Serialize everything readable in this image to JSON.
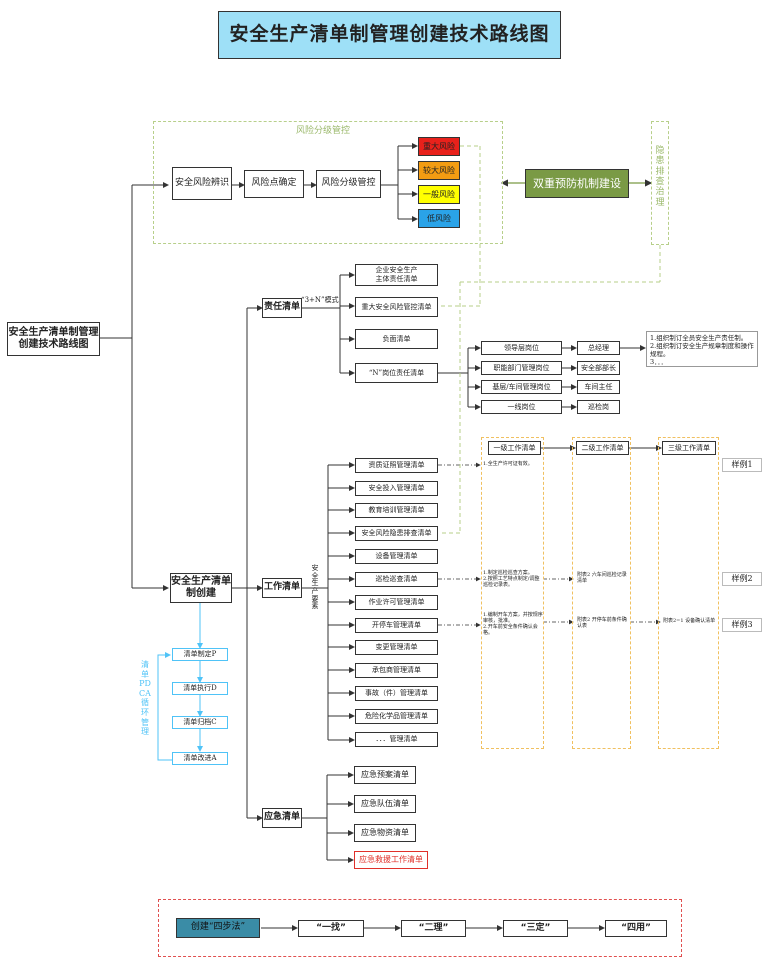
{
  "title": "安全生产清单制管理创建技术路线图",
  "root": "安全生产清单制管理创建技术路线图",
  "risk": {
    "group_label": "风险分级管控",
    "steps": [
      "安全风险辨识",
      "风险点确定",
      "风险分级管控"
    ],
    "levels": [
      {
        "label": "重大风险",
        "color": "#e8211b"
      },
      {
        "label": "较大风险",
        "color": "#f39c12"
      },
      {
        "label": "一般风险",
        "color": "#ffff00"
      },
      {
        "label": "低风险",
        "color": "#2aa3e8"
      }
    ],
    "dual_mechanism": "双重预防机制建设",
    "hazard_label": "隐患排查治理"
  },
  "creation": "安全生产清单制创建",
  "responsibility": {
    "label": "责任清单",
    "mode": "“3+N”模式",
    "items": [
      "企业安全生产\n主体责任清单",
      "重大安全风险管控清单",
      "负面清单",
      "“N”岗位责任清单"
    ],
    "positions": [
      {
        "post": "领导层岗位",
        "role": "总经理"
      },
      {
        "post": "职能部门管理岗位",
        "role": "安全部部长"
      },
      {
        "post": "基层/车间管理岗位",
        "role": "车间主任"
      },
      {
        "post": "一线岗位",
        "role": "巡检岗"
      }
    ],
    "note": "1.组织制订全员安全生产责任制。\n2.组织制订安全生产规章制度和操作规程。\n3．．．"
  },
  "work": {
    "label": "工作清单",
    "elements_label": "安全生产要素",
    "items": [
      "资质证照管理清单",
      "安全投入管理清单",
      "教育培训管理清单",
      "安全风险隐患排查清单",
      "设备管理清单",
      "巡检巡查清单",
      "作业许可管理清单",
      "开停车管理清单",
      "变更管理清单",
      "承包商管理清单",
      "事故（件）管理清单",
      "危险化学品管理清单",
      "．．．管理清单"
    ],
    "levels": [
      "一级工作清单",
      "二级工作清单",
      "三级工作清单"
    ],
    "notes": {
      "n1": "1.全生产许可证有效。",
      "n2": "1.制定巡检巡查方案。\n2.按照工艺特点制定/调整巡检记录表。",
      "n3": "附表2 六车间巡检记录清单",
      "n4": "1.编制开车方案，并按规序审核，批准。\n2.开车前安全条件确认会格。",
      "n5": "附表2 开停车前条件确认表",
      "n6": "附表2=1 设备确认清单"
    },
    "samples": [
      "样例1",
      "样例2",
      "样例3"
    ]
  },
  "pdca": {
    "label": "清单PDCA循环管理",
    "steps": [
      "清单制定P",
      "清单执行D",
      "清单归档C",
      "清单改进A"
    ]
  },
  "emergency": {
    "label": "应急清单",
    "items": [
      "应急预案清单",
      "应急队伍清单",
      "应急物资清单",
      "应急救援工作清单"
    ]
  },
  "method": {
    "label": "创建“四步法”",
    "steps": [
      "“一找”",
      "“二理”",
      "“三定”",
      "“四用”"
    ]
  }
}
